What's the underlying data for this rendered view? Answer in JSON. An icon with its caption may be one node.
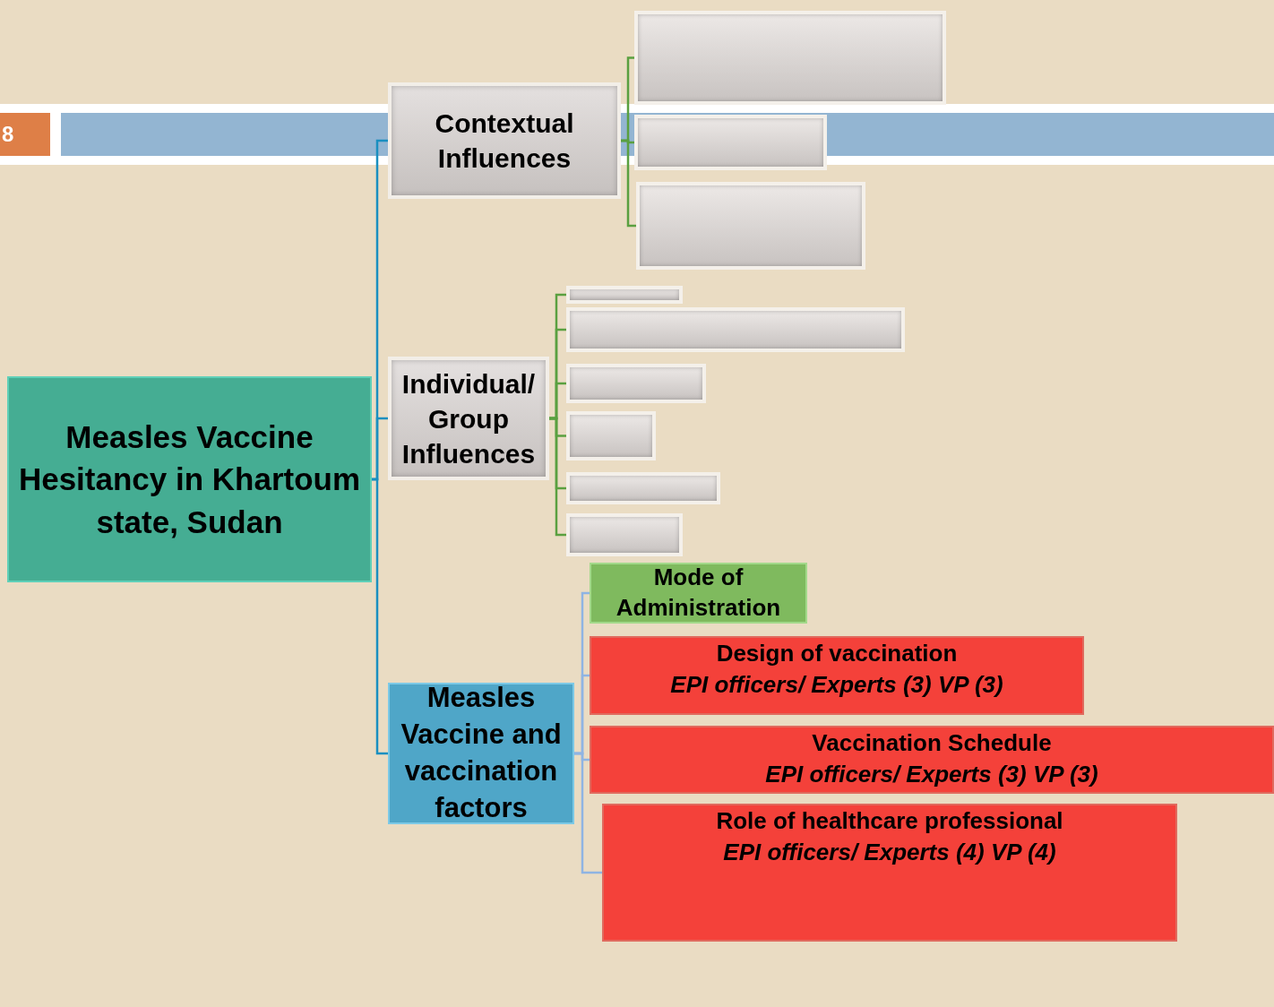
{
  "diagram": {
    "nodes": [
      {
        "text": [
          "Measles Vaccine Hesitancy in Khartoum state, Sudan"
        ]
      },
      {
        "text": [
          "Contextual Influences"
        ]
      },
      {
        "text": [],
        "shape": "box"
      },
      {
        "text": [],
        "shape": "box"
      },
      {
        "text": [],
        "shape": "box"
      },
      {
        "text": [
          "Individual/ Group Influences"
        ]
      },
      {
        "text": [],
        "shape": "box"
      },
      {
        "text": [],
        "shape": "box"
      },
      {
        "text": [],
        "shape": "box"
      },
      {
        "text": [],
        "shape": "box"
      },
      {
        "text": [],
        "shape": "box"
      },
      {
        "text": [],
        "shape": "box"
      },
      {
        "text": [
          "Measles Vaccine and vaccination factors"
        ]
      },
      {
        "text": [
          "Mode of Administration"
        ]
      },
      {
        "text": [
          "Design of vaccination",
          "EPI officers/ Experts (3) VP (3)"
        ]
      },
      {
        "text": [
          "Vaccination Schedule",
          "EPI officers/ Experts (3) VP (3)"
        ]
      },
      {
        "text": [
          "Role of healthcare professional",
          "EPI officers/ Experts (4) VP (4)"
        ]
      }
    ],
    "edges": [
      {
        "from": 0,
        "to": 1,
        "arrow": "none",
        "color": "#1a8fc0"
      },
      {
        "from": 0,
        "to": 5,
        "arrow": "none",
        "color": "#1a8fc0"
      },
      {
        "from": 0,
        "to": 12,
        "arrow": "none",
        "color": "#1a8fc0"
      },
      {
        "from": 1,
        "to": 2,
        "arrow": "none"
      },
      {
        "from": 1,
        "to": 3,
        "arrow": "none"
      },
      {
        "from": 1,
        "to": 4,
        "arrow": "none"
      },
      {
        "from": 5,
        "to": 6,
        "arrow": "none"
      },
      {
        "from": 5,
        "to": 7,
        "arrow": "none"
      },
      {
        "from": 5,
        "to": 8,
        "arrow": "none"
      },
      {
        "from": 5,
        "to": 9,
        "arrow": "none"
      },
      {
        "from": 5,
        "to": 10,
        "arrow": "none"
      },
      {
        "from": 5,
        "to": 11,
        "arrow": "none"
      },
      {
        "from": 12,
        "to": 13,
        "arrow": "none",
        "color": "#8fb4e3"
      },
      {
        "from": 12,
        "to": 14,
        "arrow": "none",
        "color": "#8fb4e3"
      },
      {
        "from": 12,
        "to": 15,
        "arrow": "none",
        "color": "#8fb4e3"
      },
      {
        "from": 12,
        "to": 16,
        "arrow": "none",
        "color": "#8fb4e3"
      }
    ],
    "labels": [
      "8"
    ]
  }
}
